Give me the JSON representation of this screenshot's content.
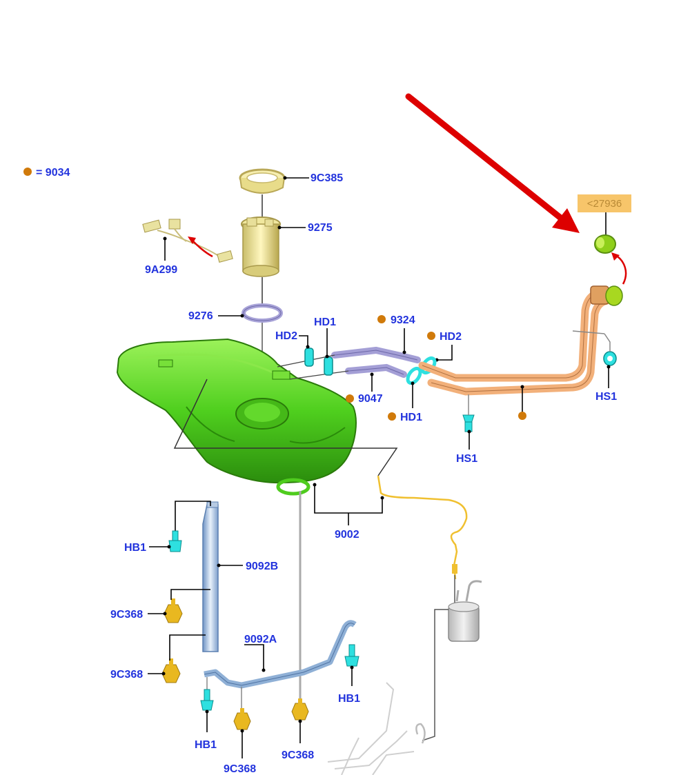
{
  "colors": {
    "label": "#2233dd",
    "legend_dot": "#d07a0a",
    "tank": "#55d624",
    "tank_dark": "#2f8e10",
    "filler_pipe": "#f2b07a",
    "hose_purple": "#a49fd6",
    "clip_cyan": "#2ee0e0",
    "clip_yellow": "#e9b820",
    "strap_blue": "#8fb0d6",
    "arrow_red": "#dd0000",
    "callout_bg": "#f7c56a",
    "callout_text": "#b98a36"
  },
  "legend": {
    "text": "= 9034"
  },
  "callout": {
    "text": "<27936"
  },
  "labels": {
    "lock_ring": "9C385",
    "fuel_pump": "9275",
    "wiring": "9A299",
    "seal": "9276",
    "hd1_a": "HD1",
    "hd2_a": "HD2",
    "vent_tube": "9324",
    "hd2_b": "HD2",
    "fill_tube": "9047",
    "hd1_b": "HD1",
    "hs1_a": "HS1",
    "hs1_b": "HS1",
    "tank": "9002",
    "hb1_a": "HB1",
    "strap_b": "9092B",
    "clip_a": "9C368",
    "strap_a": "9092A",
    "clip_b": "9C368",
    "hb1_b": "HB1",
    "hb1_c": "HB1",
    "clip_c": "9C368",
    "clip_d": "9C368"
  }
}
